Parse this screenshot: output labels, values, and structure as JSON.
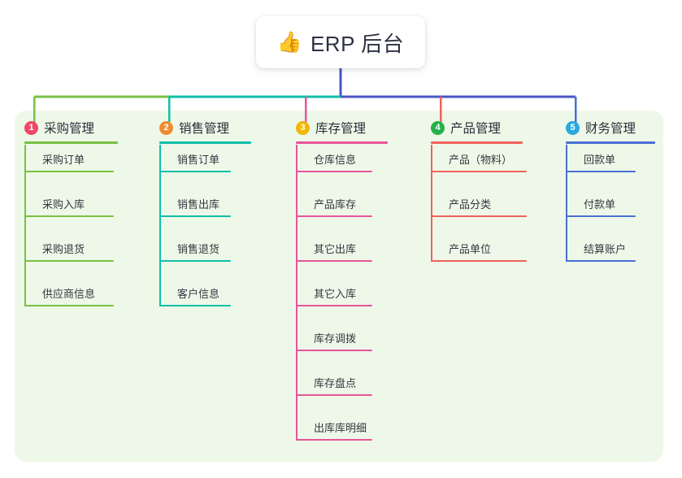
{
  "root": {
    "emoji": "👍",
    "emoji_name": "thumbs-up-icon",
    "title": "ERP 后台"
  },
  "colors": {
    "page_background": "#ffffff",
    "panel_background": "#eef8e9",
    "root_stem": "#4a56c4",
    "text": "#2b2f3a",
    "column_1": "#7ac143",
    "column_2": "#0fbfa8",
    "column_3": "#e8559b",
    "column_4": "#f2615c",
    "column_5": "#4a6fd4",
    "badge_1": "#ef4765",
    "badge_2": "#f08c2e",
    "badge_3": "#f2b705",
    "badge_4": "#25b04a",
    "badge_5": "#2aa9e0"
  },
  "columns": [
    {
      "number": "1",
      "title": "采购管理",
      "line_color": "#7ac143",
      "badge_color": "#ef4765",
      "items": [
        "采购订单",
        "采购入库",
        "采购退货",
        "供应商信息"
      ]
    },
    {
      "number": "2",
      "title": "销售管理",
      "line_color": "#0fbfa8",
      "badge_color": "#f08c2e",
      "items": [
        "销售订单",
        "销售出库",
        "销售退货",
        "客户信息"
      ]
    },
    {
      "number": "3",
      "title": "库存管理",
      "line_color": "#e8559b",
      "badge_color": "#f2b705",
      "items": [
        "仓库信息",
        "产品库存",
        "其它出库",
        "其它入库",
        "库存调拨",
        "库存盘点",
        "出库库明细"
      ]
    },
    {
      "number": "4",
      "title": "产品管理",
      "line_color": "#f2615c",
      "badge_color": "#25b04a",
      "items": [
        "产品（物料）",
        "产品分类",
        "产品单位"
      ]
    },
    {
      "number": "5",
      "title": "财务管理",
      "line_color": "#4a6fd4",
      "badge_color": "#2aa9e0",
      "items": [
        "回款单",
        "付款单",
        "结算账户"
      ]
    }
  ]
}
